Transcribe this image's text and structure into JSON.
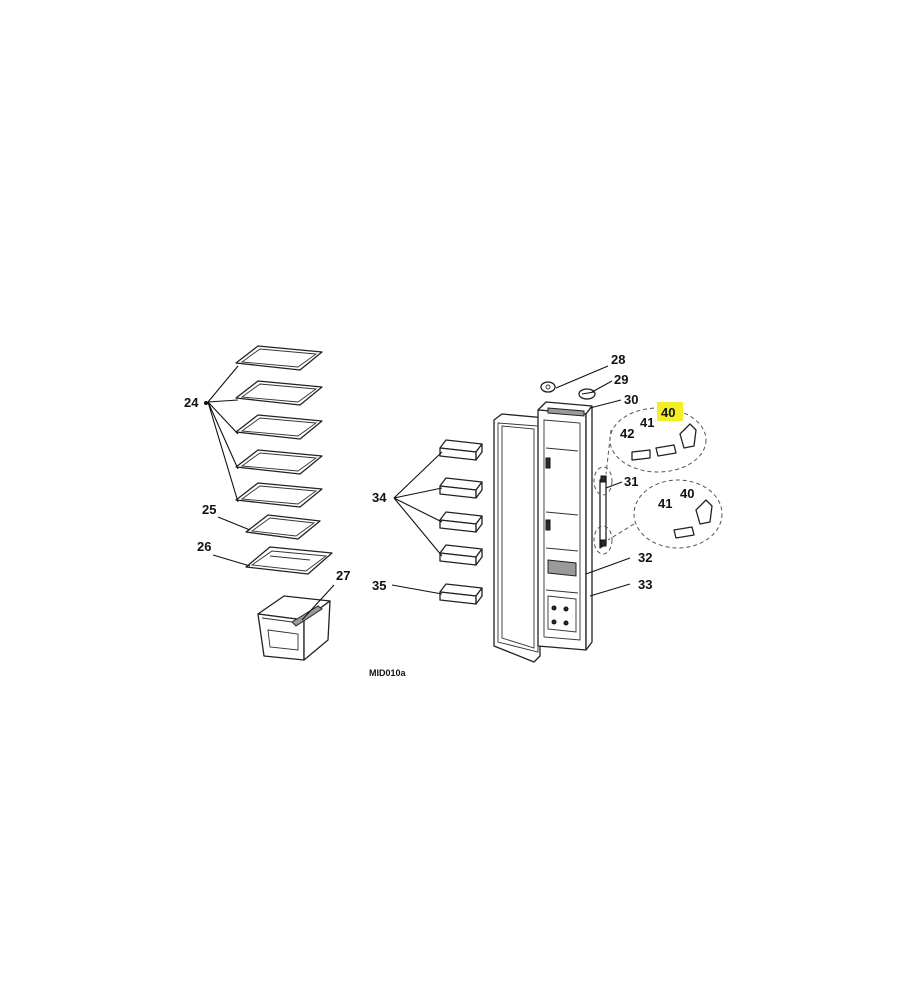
{
  "callouts": {
    "c24": "24",
    "c25": "25",
    "c26": "26",
    "c27": "27",
    "c28": "28",
    "c29": "29",
    "c30": "30",
    "c31": "31",
    "c32": "32",
    "c33": "33",
    "c34": "34",
    "c35": "35",
    "c40_top": "40",
    "c40_bottom": "40",
    "c41_top": "41",
    "c41_bottom": "41",
    "c42": "42"
  },
  "diagram_code": "MID010a",
  "colors": {
    "highlight": "#f3ef24",
    "line": "#222222"
  }
}
